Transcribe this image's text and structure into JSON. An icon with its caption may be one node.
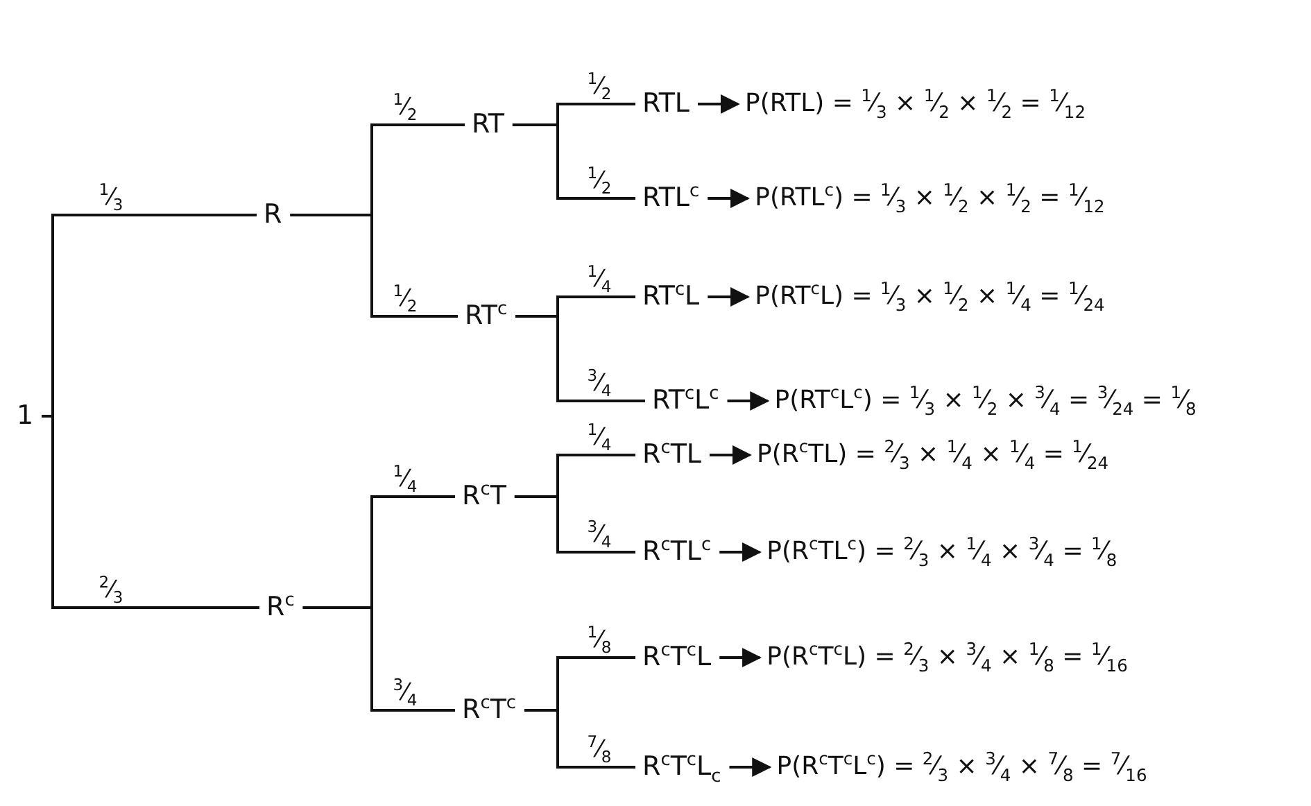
{
  "diagram": {
    "nodes": [
      {
        "text": [
          "1"
        ]
      },
      {
        "text": [
          "R"
        ]
      },
      {
        "text": [
          "RT"
        ]
      },
      {
        "text": [
          "RTL"
        ]
      },
      {
        "text": [
          "P(RTL) = $^{1}$⁄$_{3}$ × $^{1}$⁄$_{2}$ × $^{1}$⁄$_{2}$ = $^{1}$⁄$_{12}$"
        ]
      },
      {
        "text": [
          "RTL$^{c}$"
        ]
      },
      {
        "text": [
          "P(RTL$^{c}$) = $^{1}$⁄$_{3}$ × $^{1}$⁄$_{2}$ × $^{1}$⁄$_{2}$ = $^{1}$⁄$_{12}$"
        ]
      },
      {
        "text": [
          "RT$^{c}$"
        ]
      },
      {
        "text": [
          "RT$^{c}$L"
        ]
      },
      {
        "text": [
          "P(RT$^{c}$L) = $^{1}$⁄$_{3}$ × $^{1}$⁄$_{2}$ × $^{1}$⁄$_{4}$ = $^{1}$⁄$_{24}$"
        ]
      },
      {
        "text": [
          "RT$^{c}$L$^{c}$"
        ]
      },
      {
        "text": [
          "P(RT$^{c}$L$^{c}$) = $^{1}$⁄$_{3}$ × $^{1}$⁄$_{2}$ × $^{3}$⁄$_{4}$ = $^{3}$⁄$_{24}$ = $^{1}$⁄$_{8}$"
        ]
      },
      {
        "text": [
          "R$^{c}$"
        ]
      },
      {
        "text": [
          "R$^{c}$T"
        ]
      },
      {
        "text": [
          "R$^{c}$TL"
        ]
      },
      {
        "text": [
          "P(R$^{c}$TL) = $^{2}$⁄$_{3}$ × $^{1}$⁄$_{4}$ × $^{1}$⁄$_{4}$ = $^{1}$⁄$_{24}$"
        ]
      },
      {
        "text": [
          "R$^{c}$TL$^{c}$"
        ]
      },
      {
        "text": [
          "P(R$^{c}$TL$^{c}$) = $^{2}$⁄$_{3}$ × $^{1}$⁄$_{4}$ × $^{3}$⁄$_{4}$ = $^{1}$⁄$_{8}$"
        ]
      },
      {
        "text": [
          "R$^{c}$T$^{c}$"
        ]
      },
      {
        "text": [
          "R$^{c}$T$^{c}$L"
        ]
      },
      {
        "text": [
          "P(R$^{c}$T$^{c}$L) = $^{2}$⁄$_{3}$ × $^{3}$⁄$_{4}$ × $^{1}$⁄$_{8}$ = $^{1}$⁄$_{16}$"
        ]
      },
      {
        "text": [
          "R$^{c}$T$^{c}$L$_{c}$"
        ]
      },
      {
        "text": [
          "P(R$^{c}$T$^{c}$L$^{c}$) = $^{2}$⁄$_{3}$ × $^{3}$⁄$_{4}$ × $^{7}$⁄$_{8}$ = $^{7}$⁄$_{16}$"
        ]
      }
    ],
    "edges": [
      {
        "from": 0,
        "to": 1,
        "arrow": "none",
        "label": "$^{1}$⁄$_{3}$"
      },
      {
        "from": 0,
        "to": 12,
        "arrow": "none",
        "label": "$^{2}$⁄$_{3}$"
      },
      {
        "from": 1,
        "to": 2,
        "arrow": "none",
        "label": "$^{1}$⁄$_{2}$"
      },
      {
        "from": 1,
        "to": 7,
        "arrow": "none",
        "label": "$^{1}$⁄$_{2}$"
      },
      {
        "from": 2,
        "to": 3,
        "arrow": "none",
        "label": "$^{1}$⁄$_{2}$"
      },
      {
        "from": 2,
        "to": 5,
        "arrow": "none",
        "label": "$^{1}$⁄$_{2}$"
      },
      {
        "from": 7,
        "to": 8,
        "arrow": "none",
        "label": "$^{1}$⁄$_{4}$"
      },
      {
        "from": 7,
        "to": 10,
        "arrow": "none",
        "label": "$^{3}$⁄$_{4}$"
      },
      {
        "from": 12,
        "to": 13,
        "arrow": "none",
        "label": "$^{1}$⁄$_{4}$"
      },
      {
        "from": 12,
        "to": 18,
        "arrow": "none",
        "label": "$^{3}$⁄$_{4}$"
      },
      {
        "from": 13,
        "to": 14,
        "arrow": "none",
        "label": "$^{1}$⁄$_{4}$"
      },
      {
        "from": 13,
        "to": 16,
        "arrow": "none",
        "label": "$^{3}$⁄$_{4}$"
      },
      {
        "from": 18,
        "to": 19,
        "arrow": "none",
        "label": "$^{1}$⁄$_{8}$"
      },
      {
        "from": 18,
        "to": 21,
        "arrow": "none",
        "label": "$^{7}$⁄$_{8}$"
      },
      {
        "from": 3,
        "to": 4,
        "arrow": "to"
      },
      {
        "from": 5,
        "to": 6,
        "arrow": "to"
      },
      {
        "from": 8,
        "to": 9,
        "arrow": "to"
      },
      {
        "from": 10,
        "to": 11,
        "arrow": "to"
      },
      {
        "from": 14,
        "to": 15,
        "arrow": "to"
      },
      {
        "from": 16,
        "to": 17,
        "arrow": "to"
      },
      {
        "from": 19,
        "to": 20,
        "arrow": "to"
      },
      {
        "from": 21,
        "to": 22,
        "arrow": "to"
      }
    ]
  }
}
